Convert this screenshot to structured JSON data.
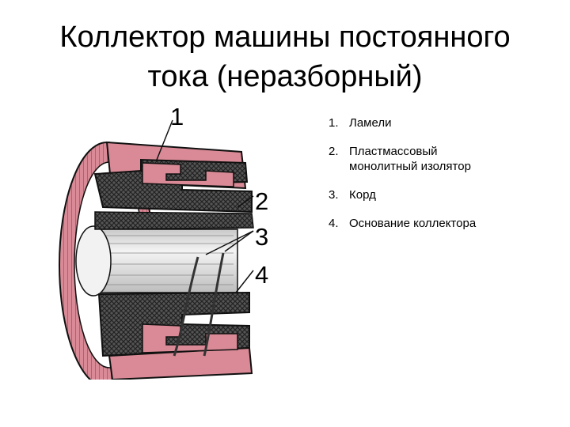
{
  "slide": {
    "title_line1": "Коллектор машины постоянного",
    "title_line2": "тока (неразборный)"
  },
  "figure": {
    "callouts": [
      "1",
      "2",
      "3",
      "4"
    ]
  },
  "legend": [
    {
      "num": "1.",
      "text": "Ламели"
    },
    {
      "num": "2.",
      "text": "Пластмассовый монолитный изолятор"
    },
    {
      "num": "3.",
      "text": "Корд"
    },
    {
      "num": "4.",
      "text": "Основание коллектора"
    }
  ],
  "colors": {
    "lamella_pink": "#d98a96",
    "lamella_dark": "#b25a6a",
    "insulator_gray": "#4a4a4a",
    "metal_light": "#e6e6e6",
    "outline": "#111111"
  }
}
